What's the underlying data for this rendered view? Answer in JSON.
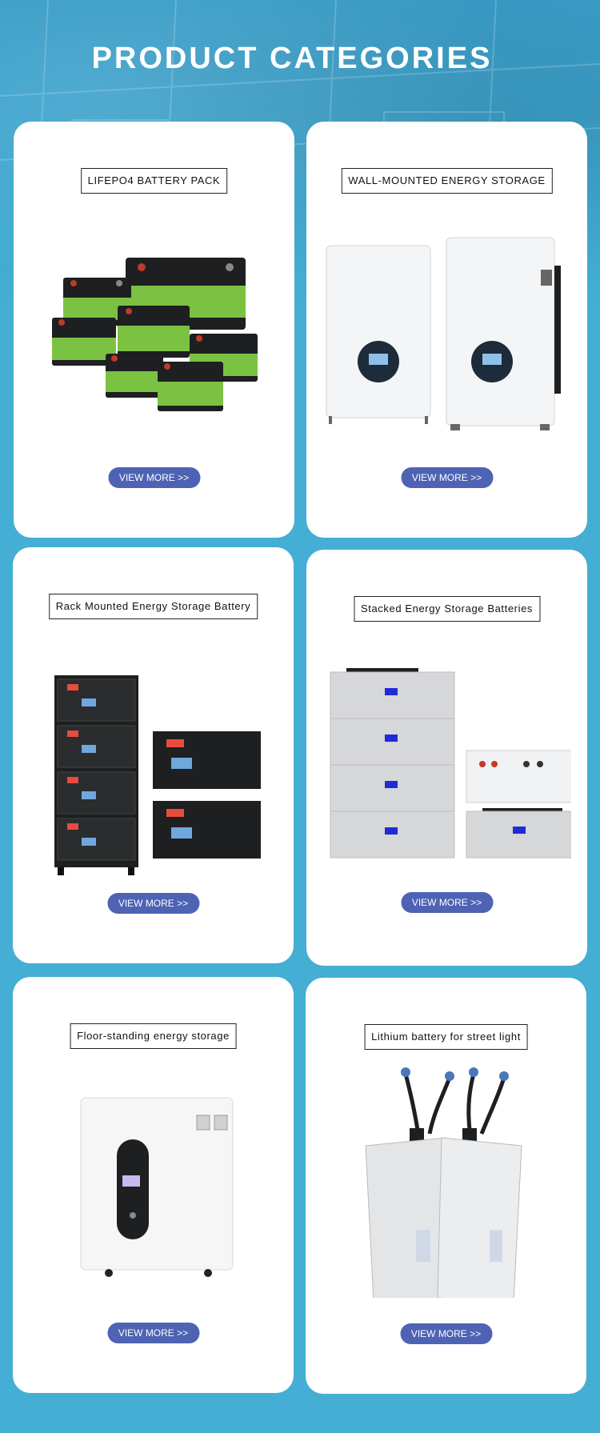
{
  "header": {
    "title": "PRODUCT CATEGORIES"
  },
  "cards": [
    {
      "title": "LIFEPO4 BATTERY PACK",
      "button": "VIEW MORE >>",
      "image": "lifepo4-battery-packs-image"
    },
    {
      "title": "WALL-MOUNTED ENERGY STORAGE",
      "button": "VIEW MORE >>",
      "image": "wall-mounted-storage-image"
    },
    {
      "title": "Rack Mounted Energy Storage Battery",
      "button": "VIEW MORE >>",
      "image": "rack-mounted-battery-image"
    },
    {
      "title": "Stacked Energy Storage Batteries",
      "button": "VIEW MORE >>",
      "image": "stacked-battery-image"
    },
    {
      "title": "Floor-standing energy storage",
      "button": "VIEW MORE >>",
      "image": "floor-standing-storage-image"
    },
    {
      "title": "Lithium battery for street light",
      "button": "VIEW MORE >>",
      "image": "street-light-battery-image"
    }
  ],
  "colors": {
    "background": "#44aed4",
    "card": "#ffffff",
    "button": "#4e63b3",
    "battery_green": "#7cc242",
    "battery_black": "#1d1f20"
  }
}
